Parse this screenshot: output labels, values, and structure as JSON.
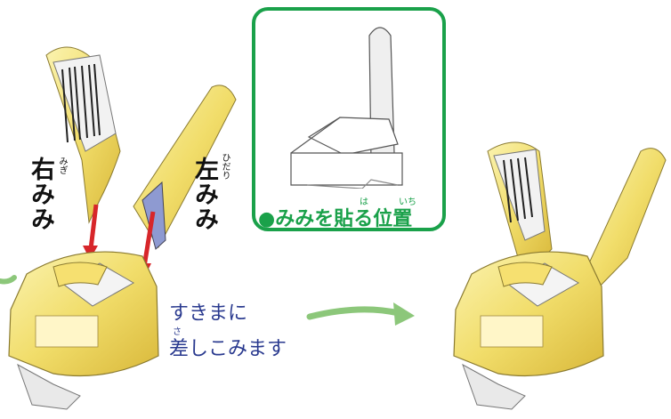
{
  "labels": {
    "right_ear": "右みみ",
    "right_ear_ruby": "みぎ",
    "left_ear": "左みみ",
    "left_ear_ruby": "ひだり",
    "inset_caption": "●みみを貼る位置",
    "inset_ruby_ha": "は",
    "inset_ruby_ichi": "いち",
    "instruction_line1": "すきまに",
    "instruction_line2": "差しこみます",
    "instruction_ruby_sa": "さ"
  },
  "colors": {
    "accent_green": "#1aa14a",
    "arrow_red": "#d7262a",
    "arrow_green": "#8cc77a",
    "instruction_blue": "#2a3a8f",
    "package_yellow": "#f2e27a"
  }
}
